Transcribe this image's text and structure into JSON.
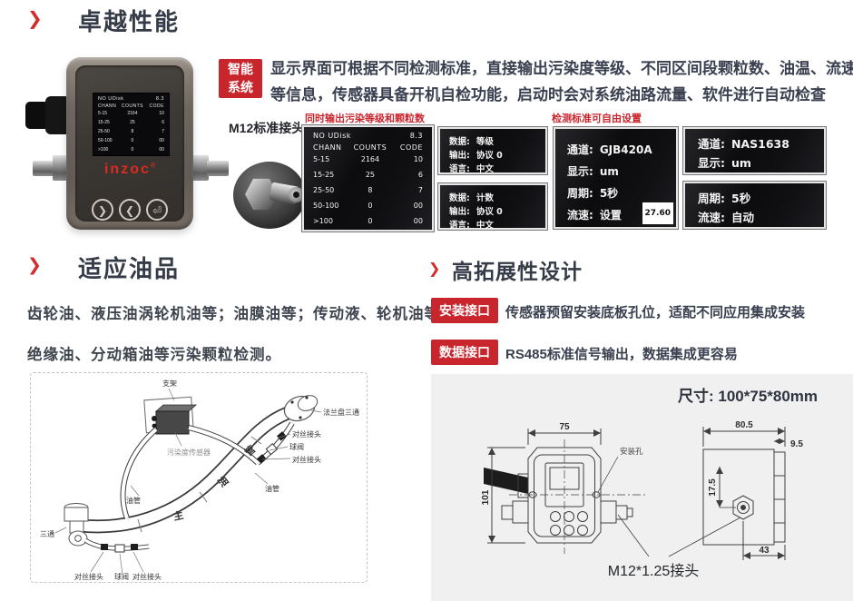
{
  "colors": {
    "brand_red": "#c9252d",
    "heading_dark": "#353b47",
    "panel_gray": "#f0f0f0"
  },
  "perf": {
    "title": "卓越性能",
    "smart1": "智能",
    "smart2": "系统",
    "desc1": "显示界面可根据不同检测标准，直接输出污染度等级、不同区间段颗粒数、油温、流速",
    "desc2": "等信息，传感器具备开机自检功能，启动时会对系统油路流量、软件进行自动检查",
    "m12_label": "M12标准接头",
    "label_output": "同时输出污染等级和颗粒数",
    "label_standard": "检测标准可自由设置"
  },
  "device": {
    "logo": "inzoc",
    "logo_mark": "®",
    "btn1": "❯",
    "btn2": "❮",
    "btn3": "⏎"
  },
  "lcd": {
    "no_udisk": "NO UDisk",
    "version": "8.3",
    "col1": "CHANN",
    "col2": "COUNTS",
    "col3": "CODE",
    "rows": [
      [
        "5-15",
        "2164",
        "10"
      ],
      [
        "15-25",
        "25",
        "6"
      ],
      [
        "25-50",
        "8",
        "7"
      ],
      [
        "50-100",
        "0",
        "00"
      ],
      [
        ">100",
        "0",
        "00"
      ]
    ]
  },
  "sa": {
    "r1l": "数据:",
    "r1v": "等级",
    "r2l": "输出:",
    "r2v": "协议 0",
    "r3l": "语言:",
    "r3v": "中文"
  },
  "sb": {
    "r1l": "数据:",
    "r1v": "计数",
    "r2l": "输出:",
    "r2v": "协议 0",
    "r3l": "语言:",
    "r3v": "中文"
  },
  "sc": {
    "r1l": "通道:",
    "r1v": "GJB420A",
    "r2l": "显示:",
    "r2v": "um",
    "r3l": "周期:",
    "r3v": "5秒",
    "r4l": "流速:",
    "r4v": "设置",
    "badge": "27.60"
  },
  "sd": {
    "r1l": "通道:",
    "r1v": "NAS1638",
    "r2l": "显示:",
    "r2v": "um"
  },
  "se": {
    "r1l": "周期:",
    "r1v": "5秒",
    "r2l": "流速:",
    "r2v": "自动"
  },
  "oils": {
    "title": "适应油品",
    "line1": "齿轮油、液压油涡轮机油等；油膜油等；传动液、轮机油等、",
    "line2": "绝缘油、分动箱油等污染颗粒检测。"
  },
  "expand": {
    "title": "高拓展性设计",
    "badge1": "安装接口",
    "text1": "传感器预留安装底板孔位，适配不同应用集成安装",
    "badge2": "数据接口",
    "text2": "RS485标准信号输出，数据集成更容易"
  },
  "diagram": {
    "bracket": "支架",
    "sensor": "污染度传感器",
    "flange_tee": "法兰盘三通",
    "joint_r1": "对丝接头",
    "valve_r": "球阀",
    "joint_r2": "对丝接头",
    "pipe_r": "油管",
    "pipe_l": "油管",
    "tee": "三通",
    "joint_b1": "对丝接头",
    "valve_b": "球阀",
    "joint_b2": "对丝接头",
    "main1": "主",
    "main2": "油",
    "main3": "管"
  },
  "dims": {
    "size_label": "尺寸: 100*75*80mm",
    "w75": "75",
    "h101": "101",
    "d805": "80.5",
    "f95": "9.5",
    "o175": "17.5",
    "b43": "43",
    "mount_hole": "安装孔",
    "m12_conn": "M12*1.25接头"
  }
}
